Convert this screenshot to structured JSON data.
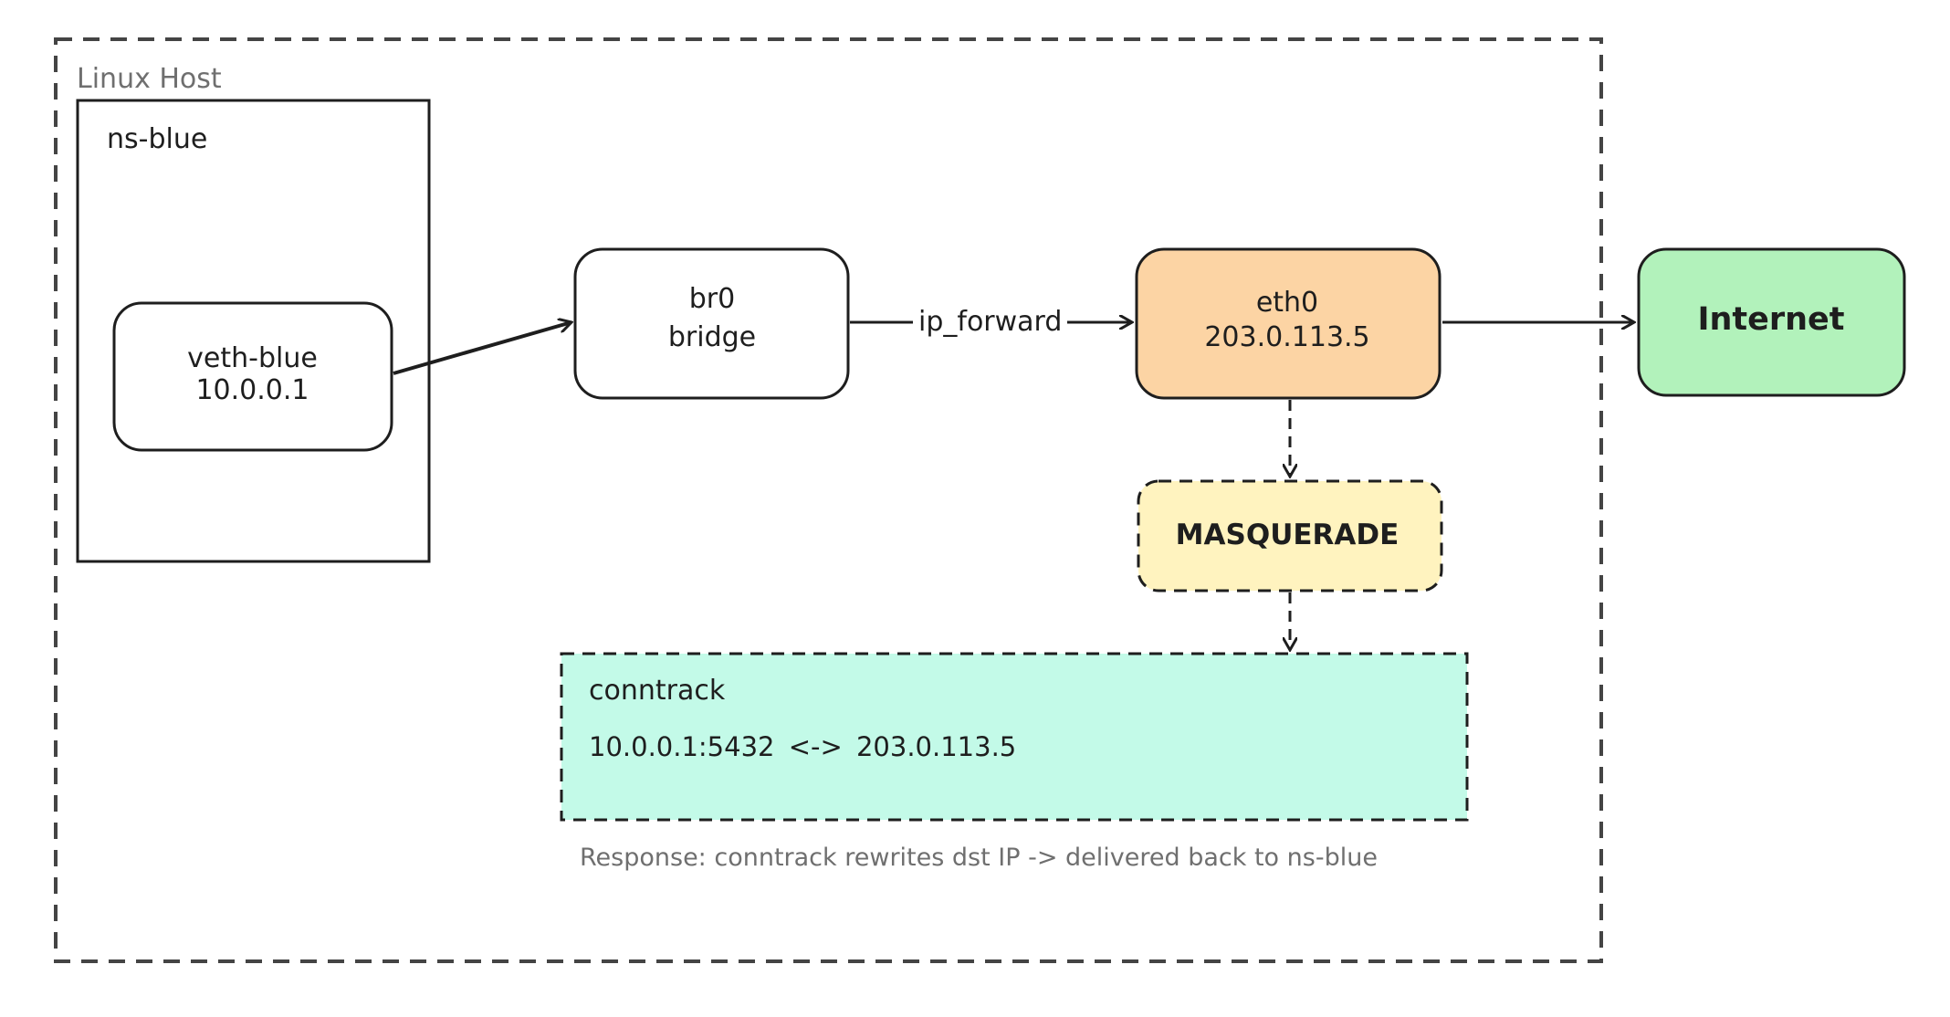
{
  "host": {
    "label": "Linux Host"
  },
  "namespace": {
    "label": "ns-blue"
  },
  "veth": {
    "name": "veth-blue",
    "ip": "10.0.0.1"
  },
  "bridge": {
    "name": "br0",
    "type": "bridge"
  },
  "link_forward": {
    "label": "ip_forward"
  },
  "eth0": {
    "name": "eth0",
    "ip": "203.0.113.5"
  },
  "internet": {
    "label": "Internet"
  },
  "masquerade": {
    "label": "MASQUERADE"
  },
  "conntrack": {
    "title": "conntrack",
    "entry": "10.0.0.1:5432 <-> 203.0.113.5"
  },
  "response_note": "Response: conntrack rewrites dst IP -> delivered back to ns-blue",
  "colors": {
    "eth0_fill": "#fcd4a4",
    "internet_fill": "#b2f2bb",
    "masquerade_fill": "#fff3bf",
    "conntrack_fill": "#c3fae8",
    "stroke": "#1e1e1e",
    "muted_text": "#6f6f6f"
  }
}
